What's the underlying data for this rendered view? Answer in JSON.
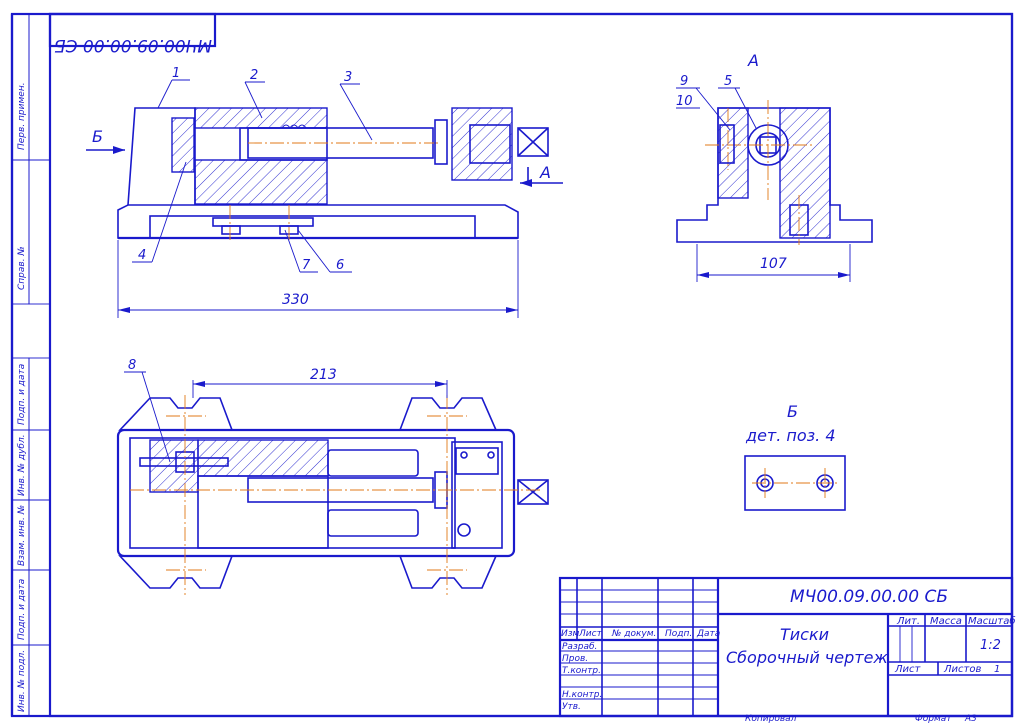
{
  "designation": "МЧ00.09.00.00 СБ",
  "designation_mirrored": "МЧ00.09.00.00 СБ",
  "title_line1": "Тиски",
  "title_line2": "Сборочный чертеж",
  "scale_value": "1:2",
  "sheets_value": "1",
  "section_label": "А",
  "view_b_label": "Б",
  "view_b_title_line1": "Б",
  "view_b_title_line2": "дет. поз. 4",
  "dimensions": {
    "d330": "330",
    "d107": "107",
    "d213": "213"
  },
  "positions": [
    "1",
    "2",
    "3",
    "4",
    "5",
    "6",
    "7",
    "8",
    "9",
    "10"
  ],
  "side_stamp": [
    "Перв. примен.",
    "Справ. №",
    "Подп. и дата",
    "Инв. № дубл.",
    "Взам. инв. №",
    "Подп. и дата",
    "Инв. № подл."
  ],
  "table_headers": [
    "Изм",
    "Лист",
    "№ докум.",
    "Подп.",
    "Дата"
  ],
  "table_rows": [
    "Разраб.",
    "Пров.",
    "Т.контр.",
    "Н.контр.",
    "Утв."
  ],
  "lit_label": "Лит.",
  "mass_label": "Масса",
  "scale_label": "Масштаб",
  "sheet_label": "Лист",
  "sheets_label": "Листов",
  "copied_label": "Копировал",
  "format_label": "Формат",
  "format_value": "А3"
}
